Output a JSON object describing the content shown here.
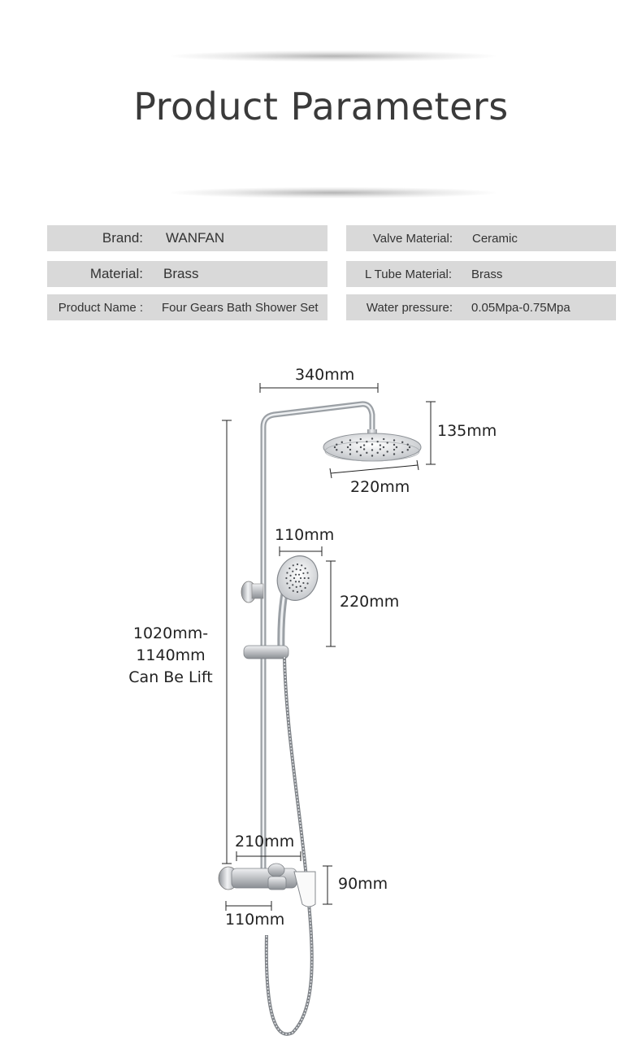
{
  "header": {
    "title": "Product Parameters"
  },
  "parameters": {
    "brand": {
      "label": "Brand:",
      "value": "WANFAN"
    },
    "material": {
      "label": "Material:",
      "value": "Brass"
    },
    "product_name": {
      "label": "Product Name :",
      "value": "Four Gears Bath Shower Set"
    },
    "valve_material": {
      "label": "Valve Material:",
      "value": "Ceramic"
    },
    "l_tube_material": {
      "label": "L Tube Material:",
      "value": "Brass"
    },
    "water_pressure": {
      "label": "Water pressure:",
      "value": "0.05Mpa-0.75Mpa"
    }
  },
  "dimensions": {
    "top_width": "340mm",
    "head_height": "135mm",
    "head_diameter": "220mm",
    "handheld_width": "110mm",
    "handheld_length": "220mm",
    "height_line1": "1020mm-",
    "height_line2": "1140mm",
    "height_line3": "Can Be Lift",
    "valve_width": "210mm",
    "valve_height": "90mm",
    "valve_depth": "110mm"
  },
  "colors": {
    "param_bg": "#d9d9d9",
    "title": "#3a3a3a",
    "chrome": "#c8cbd0"
  }
}
